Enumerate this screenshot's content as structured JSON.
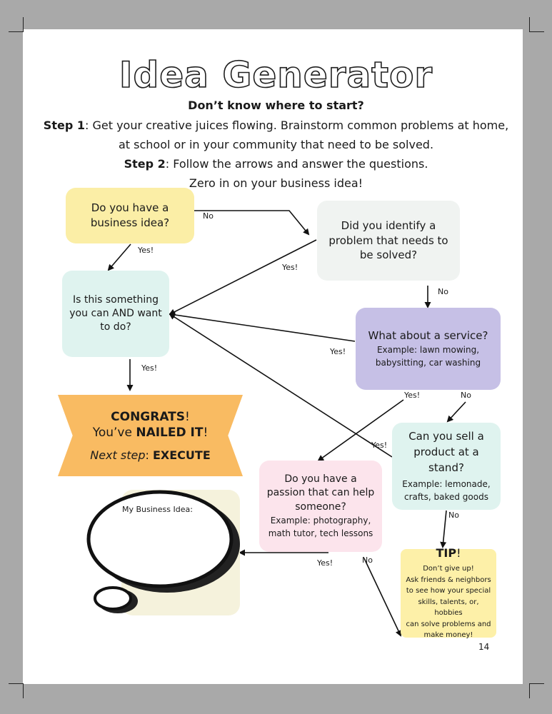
{
  "title": "Idea Generator",
  "intro": {
    "heading": "Don’t know where to start?",
    "step1_label": "Step 1",
    "step1_text_a": ": Get your creative juices flowing. Brainstorm common problems at home,",
    "step1_text_b": "at school or in your community that need to be solved.",
    "step2_label": "Step 2",
    "step2_text_a": ": Follow the arrows and answer the questions.",
    "step2_text_b": "Zero in on your business idea!"
  },
  "nodes": {
    "have_idea": {
      "line1": "Do you have a",
      "line2": "business idea?"
    },
    "identify_problem": {
      "line1": "Did you identify a",
      "line2": "problem that needs to",
      "line3": "be solved?"
    },
    "can_and_want": {
      "line1": "Is this something",
      "line2": "you can AND want",
      "line3": "to do?"
    },
    "service": {
      "line1": "What about a service?",
      "ex1": "Example: lawn mowing,",
      "ex2": "babysitting, car washing"
    },
    "product": {
      "line1": "Can you sell a",
      "line2": "product at a stand?",
      "ex1": "Example: lemonade,",
      "ex2": "crafts,  baked goods"
    },
    "passion": {
      "line1": "Do you have a",
      "line2": "passion that can help",
      "line3": "someone?",
      "ex1": "Example: photography,",
      "ex2": "math tutor, tech lessons"
    },
    "congrats": {
      "line1": "CONGRATS",
      "line1_end": "!",
      "line2_a": "You’ve ",
      "line2_b": "NAILED IT",
      "line2_c": "!",
      "line3_a": "Next step",
      "line3_b": ": ",
      "line3_c": "EXECUTE"
    },
    "tip": {
      "title": "TIP",
      "title_end": "!",
      "b1": "Don’t give up!",
      "b2": "Ask friends & neighbors",
      "b3": "to see how your special",
      "b4": "skills, talents, or, hobbies",
      "b5": "can solve problems and",
      "b6": "make money!"
    },
    "my_idea": {
      "label": "My Business Idea:"
    }
  },
  "edge_labels": {
    "no1": "No",
    "yes1": "Yes!",
    "yes2": "Yes!",
    "no2": "No",
    "yes3": "Yes!",
    "yes4": "Yes!",
    "yes5": "Yes!",
    "no3": "No",
    "yes6": "Yes!",
    "no4": "No",
    "yes7": "Yes!",
    "no5": "No"
  },
  "page_number": "14",
  "colors": {
    "yellow": "#fbeea6",
    "mint": "#dff3ef",
    "light_gray": "#f0f3f1",
    "lavender": "#c6c0e6",
    "pink": "#fce4ec",
    "orange": "#f9bb62",
    "cream": "#f5f2dc",
    "tip_yellow": "#fdf0a8"
  }
}
